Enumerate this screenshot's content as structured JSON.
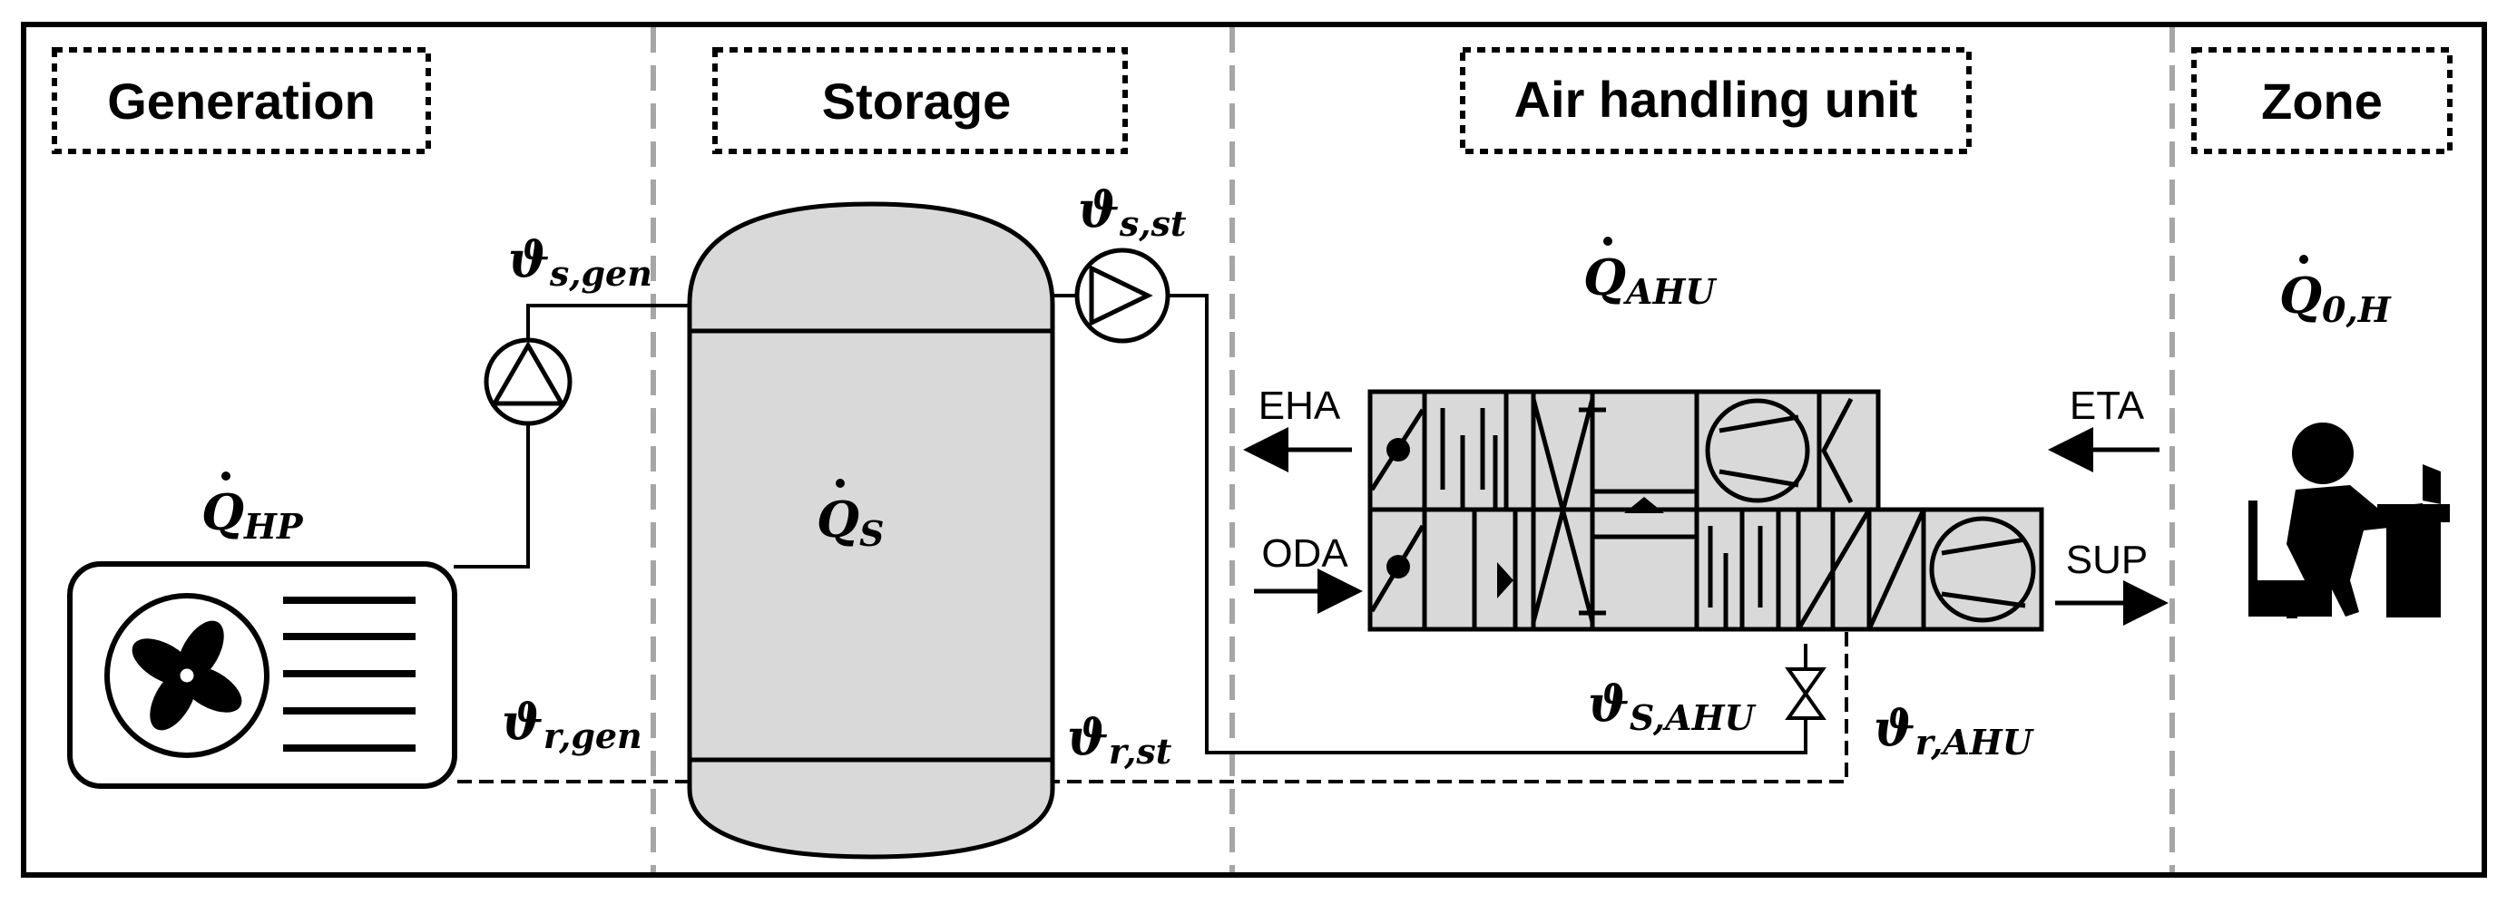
{
  "sections": {
    "generation": "Generation",
    "storage": "Storage",
    "ahu": "Air handling unit",
    "zone": "Zone"
  },
  "heat_flows": {
    "hp": {
      "main": "Q",
      "sub": "HP"
    },
    "s": {
      "main": "Q",
      "sub": "S"
    },
    "ahu": {
      "main": "Q",
      "sub": "AHU"
    },
    "zone": {
      "main": "Q",
      "sub": "0,H"
    }
  },
  "temperatures": {
    "s_gen": {
      "main": "ϑ",
      "sub": "s,gen"
    },
    "r_gen": {
      "main": "ϑ",
      "sub": "r,gen"
    },
    "s_st": {
      "main": "ϑ",
      "sub": "s,st"
    },
    "r_st": {
      "main": "ϑ",
      "sub": "r,st"
    },
    "s_ahu": {
      "main": "ϑ",
      "sub": "S,AHU"
    },
    "r_ahu": {
      "main": "ϑ",
      "sub": "r,AHU"
    }
  },
  "air_ports": {
    "eha": "EHA",
    "oda": "ODA",
    "eta": "ETA",
    "sup": "SUP"
  },
  "colors": {
    "line": "#000000",
    "divider": "#a6a6a6",
    "component_fill": "#d9d9d9"
  },
  "icons": [
    "fan-icon",
    "pump-icon",
    "valve-icon",
    "person-at-desk-icon"
  ]
}
